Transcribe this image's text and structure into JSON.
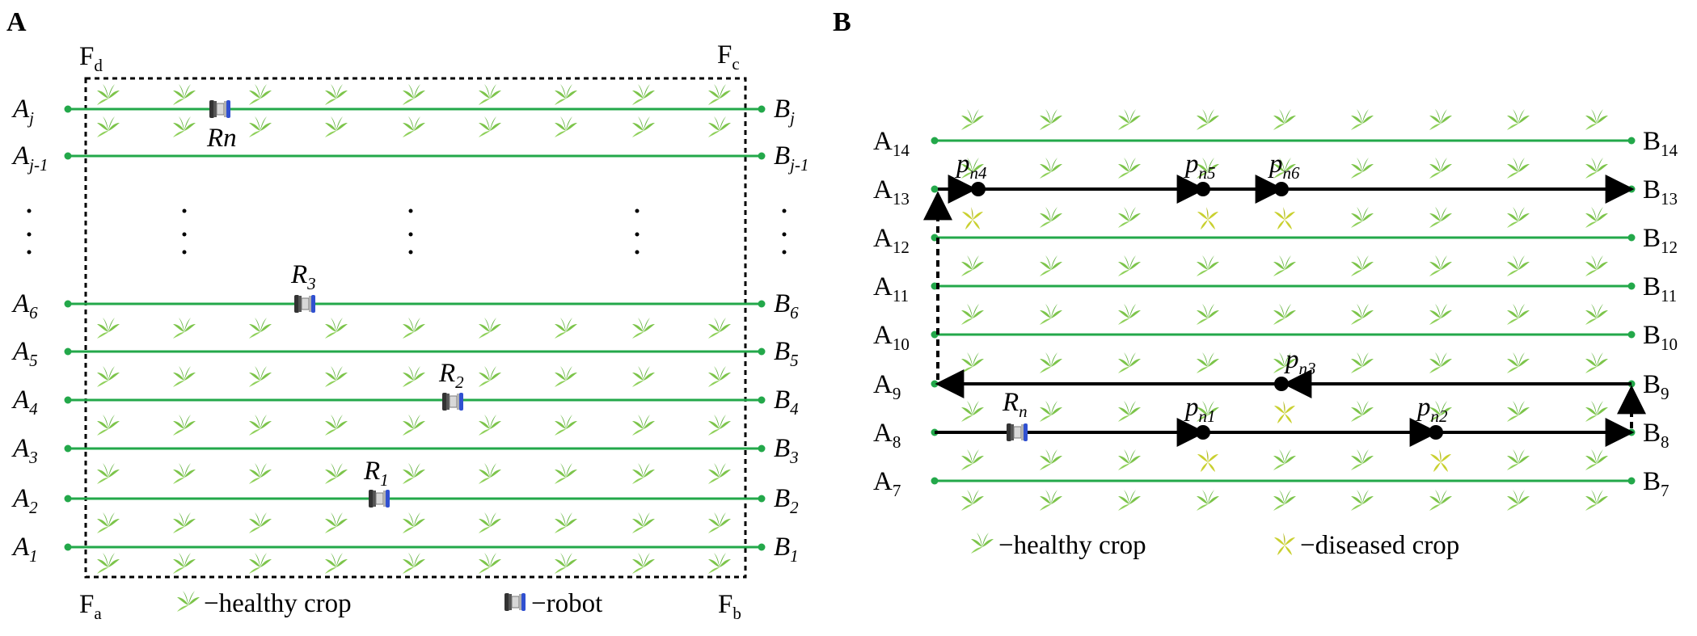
{
  "colors": {
    "row_line": "#23a84a",
    "healthy_crop": "#7cc44a",
    "diseased_crop": "#c9d02f",
    "robot_left_wheel": "#333333",
    "robot_right_wheel": "#3050d0",
    "path": "#000000",
    "field_boundary": "#000000"
  },
  "panel_a": {
    "letter": "A",
    "corners": {
      "fd": {
        "main": "F",
        "sub": "d"
      },
      "fc": {
        "main": "F",
        "sub": "c"
      },
      "fa": {
        "main": "F",
        "sub": "a"
      },
      "fb": {
        "main": "F",
        "sub": "b"
      }
    },
    "rows": [
      {
        "left": "A",
        "left_sub": "j",
        "right": "B",
        "right_sub": "j"
      },
      {
        "left": "A",
        "left_sub": "j-1",
        "right": "B",
        "right_sub": "j-1"
      },
      {
        "left": "A",
        "left_sub": "6",
        "right": "B",
        "right_sub": "6"
      },
      {
        "left": "A",
        "left_sub": "5",
        "right": "B",
        "right_sub": "5"
      },
      {
        "left": "A",
        "left_sub": "4",
        "right": "B",
        "right_sub": "4"
      },
      {
        "left": "A",
        "left_sub": "3",
        "right": "B",
        "right_sub": "3"
      },
      {
        "left": "A",
        "left_sub": "2",
        "right": "B",
        "right_sub": "2"
      },
      {
        "left": "A",
        "left_sub": "1",
        "right": "B",
        "right_sub": "1"
      }
    ],
    "robots": [
      {
        "label": "Rn",
        "sub": ""
      },
      {
        "label": "R",
        "sub": "3"
      },
      {
        "label": "R",
        "sub": "2"
      },
      {
        "label": "R",
        "sub": "1"
      }
    ],
    "legend": {
      "healthy": "−healthy crop",
      "robot": "−robot"
    }
  },
  "panel_b": {
    "letter": "B",
    "rows": [
      {
        "left": "A",
        "left_sub": "14",
        "right": "B",
        "right_sub": "14"
      },
      {
        "left": "A",
        "left_sub": "13",
        "right": "B",
        "right_sub": "13"
      },
      {
        "left": "A",
        "left_sub": "12",
        "right": "B",
        "right_sub": "12"
      },
      {
        "left": "A",
        "left_sub": "11",
        "right": "B",
        "right_sub": "11"
      },
      {
        "left": "A",
        "left_sub": "10",
        "right": "B",
        "right_sub": "10"
      },
      {
        "left": "A",
        "left_sub": "9",
        "right": "B",
        "right_sub": "9"
      },
      {
        "left": "A",
        "left_sub": "8",
        "right": "B",
        "right_sub": "8"
      },
      {
        "left": "A",
        "left_sub": "7",
        "right": "B",
        "right_sub": "7"
      }
    ],
    "points": [
      {
        "label": "p",
        "sub": "n4"
      },
      {
        "label": "p",
        "sub": "n5"
      },
      {
        "label": "p",
        "sub": "n6"
      },
      {
        "label": "p",
        "sub": "n3"
      },
      {
        "label": "p",
        "sub": "n1"
      },
      {
        "label": "p",
        "sub": "n2"
      }
    ],
    "robot": {
      "label": "R",
      "sub": "n"
    },
    "legend": {
      "healthy": "−healthy crop",
      "diseased": "−diseased crop"
    }
  }
}
